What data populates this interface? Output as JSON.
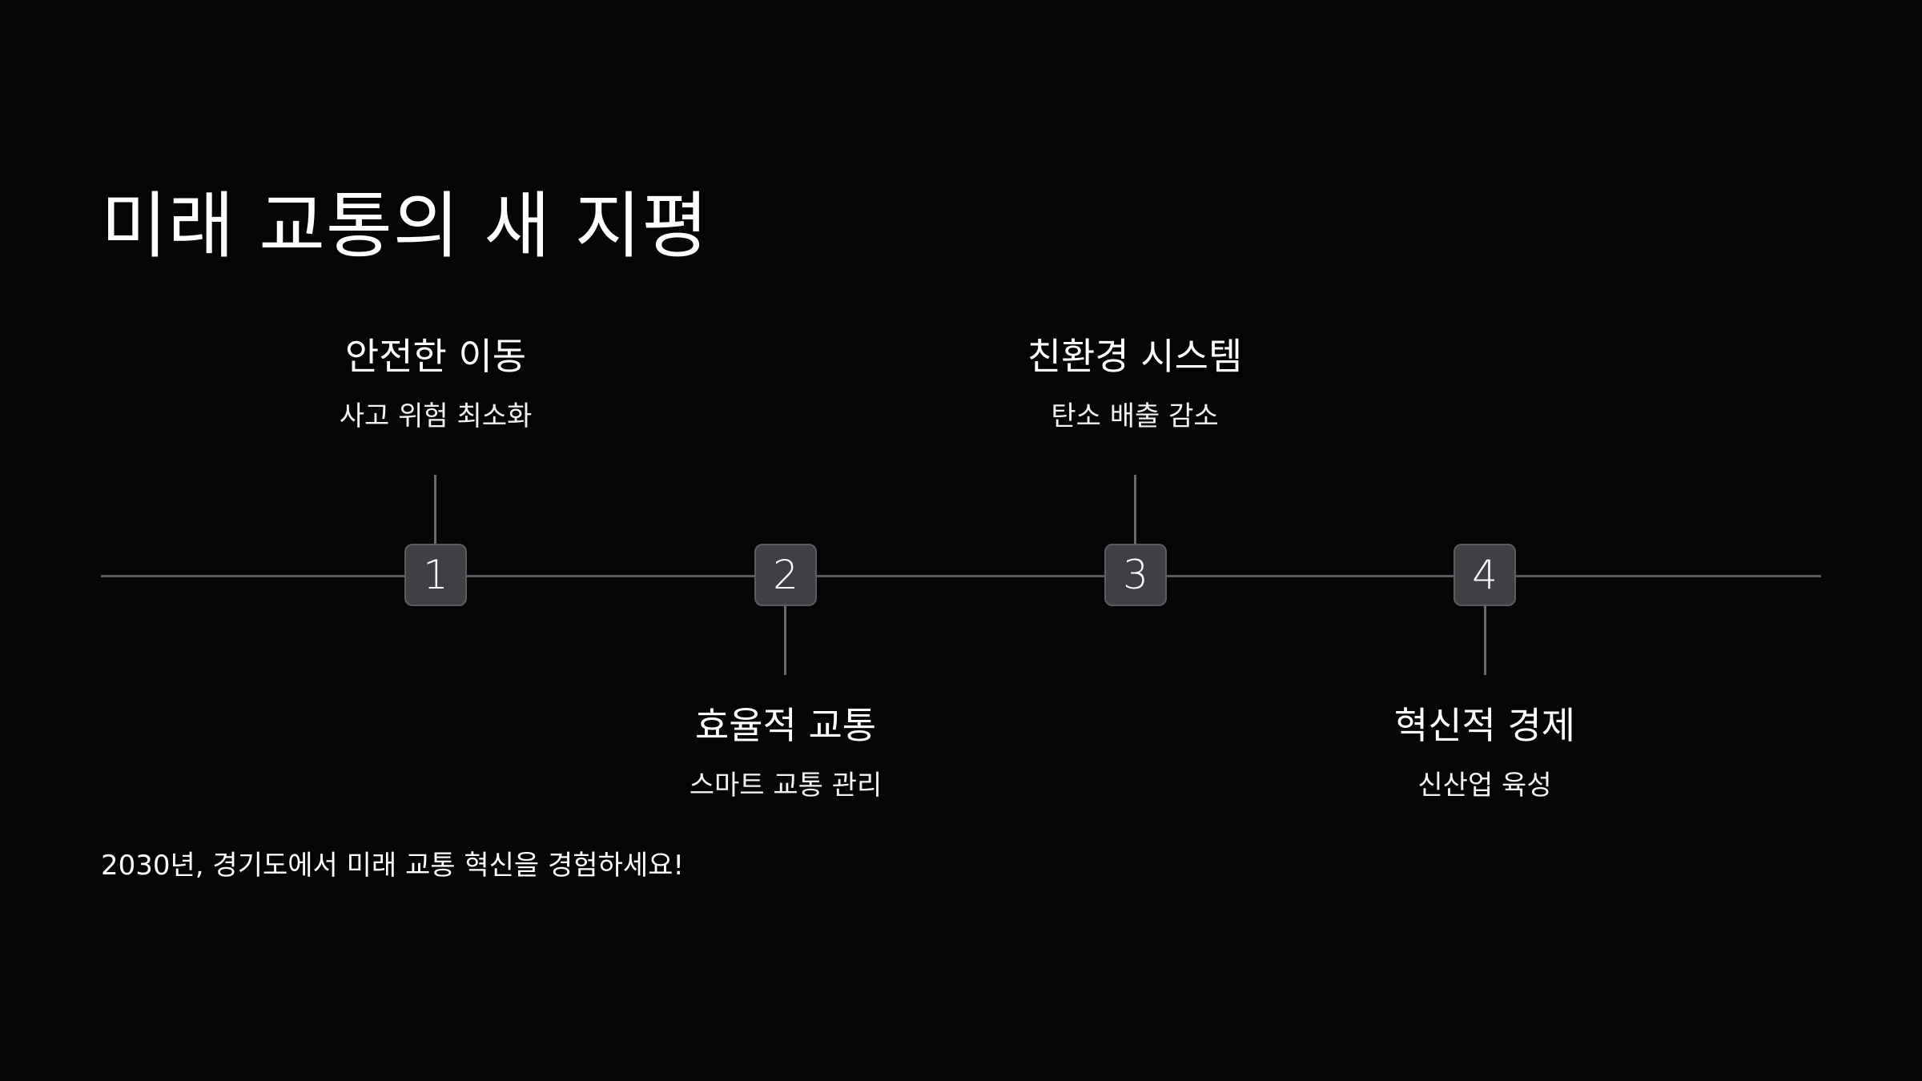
{
  "title": "미래 교통의 새 지평",
  "milestones": [
    {
      "number": "1",
      "title": "안전한 이동",
      "subtitle": "사고 위험 최소화",
      "position": "above"
    },
    {
      "number": "2",
      "title": "효율적 교통",
      "subtitle": "스마트 교통 관리",
      "position": "below"
    },
    {
      "number": "3",
      "title": "친환경 시스템",
      "subtitle": "탄소 배출 감소",
      "position": "above"
    },
    {
      "number": "4",
      "title": "혁신적 경제",
      "subtitle": "신산업 육성",
      "position": "below"
    }
  ],
  "footer": "2030년, 경기도에서 미래 교통 혁신을 경험하세요!",
  "colors": {
    "background": "#050505",
    "text": "#ffffff",
    "marker_fill": "#3f3f44",
    "line": "#5a5a5e"
  }
}
